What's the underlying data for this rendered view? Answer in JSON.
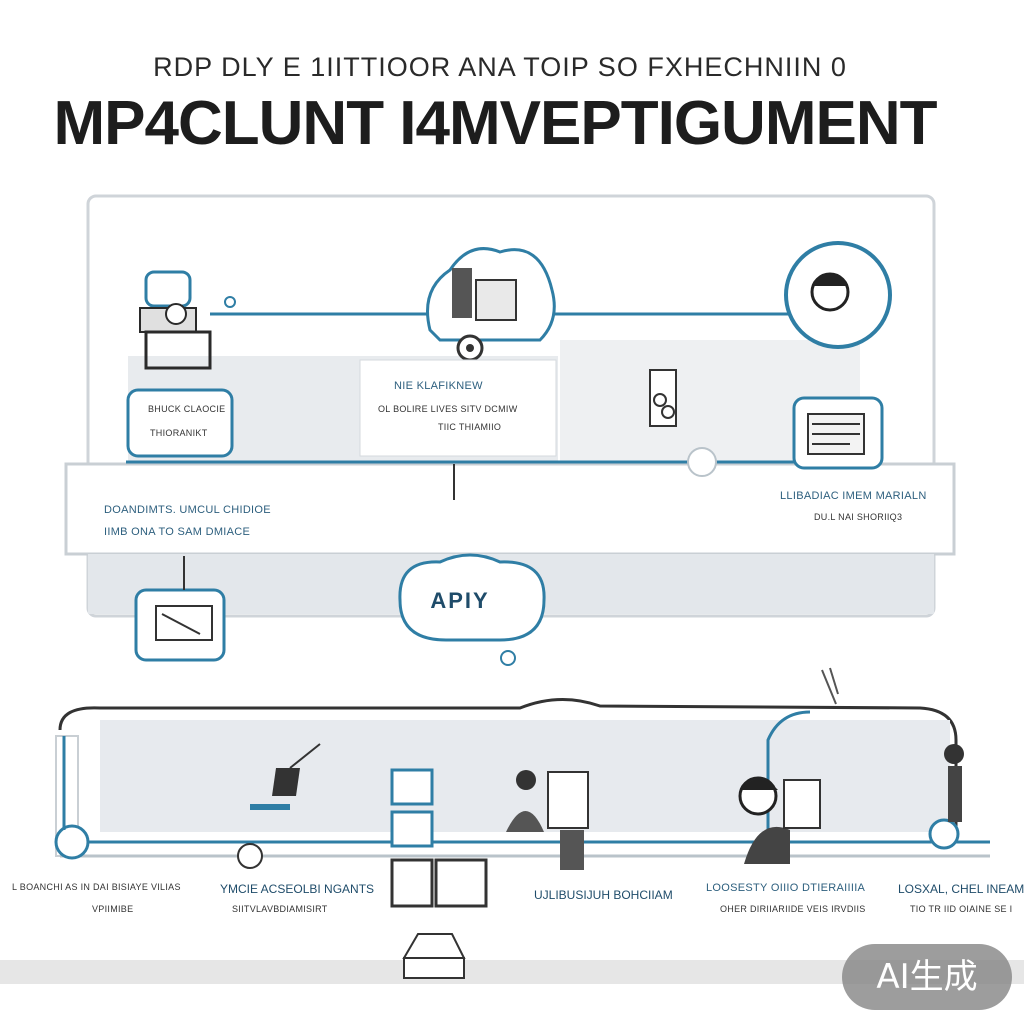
{
  "header": {
    "subtitle": "RDP DLY E 1IITTIOOR  ANA  TOIP SO FXHECHNIIN 0",
    "title": "MP4CLUNT I4MVEPTIGUMENT"
  },
  "nodes": {
    "top_left_card": {
      "line1": "BHUCK CLAOCIE",
      "line2": "THIORANIKT"
    },
    "top_center_card": {
      "line1": "NIE KLAFIKNEW",
      "line2": "OL BOLIRE LIVES SITV DCMIW",
      "line3": "TIIC THIAMIIO"
    },
    "band_left": {
      "line1": "DOANDIMTS. UMCUL CHIDIOE",
      "line2": "IIMB ONA TO SAM DMIACE"
    },
    "band_right": {
      "line1": "LLIBADIAC IMEM MARIALN",
      "line2": "DU.L NAI SHORIIQ3"
    },
    "api": {
      "label": "APIY"
    },
    "bottom_1": {
      "line1": "L BOANCHI AS IN DAI BISIAYE VILIAS",
      "line2": "VPIIMIBE"
    },
    "bottom_2": {
      "line1": "YMCIE ACSEOLBI NGANTS",
      "line2": "SIITVLAVBDIAMISIRT"
    },
    "bottom_3": {
      "line1": "UJLIBUSIJUH BOHCIIAM"
    },
    "bottom_4": {
      "line1": "LOOSESTY OIIIO DTIERAIIIIA",
      "line2": "OHER DIRIIARIIDE VEIS IRVDIIS"
    },
    "bottom_5": {
      "line1": "LOSXAL, CHEL INEAM A",
      "line2": "TIO TR IID OIAINE SE I"
    }
  },
  "watermark": {
    "text": "AI生成"
  },
  "colors": {
    "accent": "#2f7ea5",
    "accent_dark": "#1f4c6a",
    "panel": "#e7eaee",
    "ink": "#1d1d1d"
  },
  "icons": [
    "user-icon",
    "avatar-portrait-icon",
    "server-icon",
    "document-icon",
    "bio-icon",
    "monitor-icon",
    "lamp-icon",
    "person-icon",
    "cloud-api-icon",
    "pen-icon"
  ]
}
